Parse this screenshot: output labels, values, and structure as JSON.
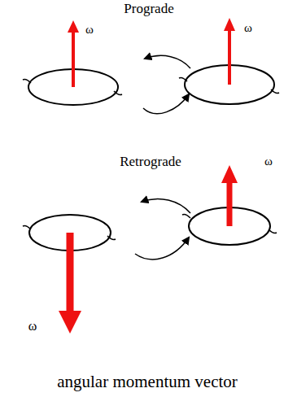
{
  "diagram": {
    "caption": "angular momentum vector",
    "labels": [
      "Prograde",
      "ω",
      "ω",
      "Retrograde",
      "ω",
      "ω"
    ]
  }
}
